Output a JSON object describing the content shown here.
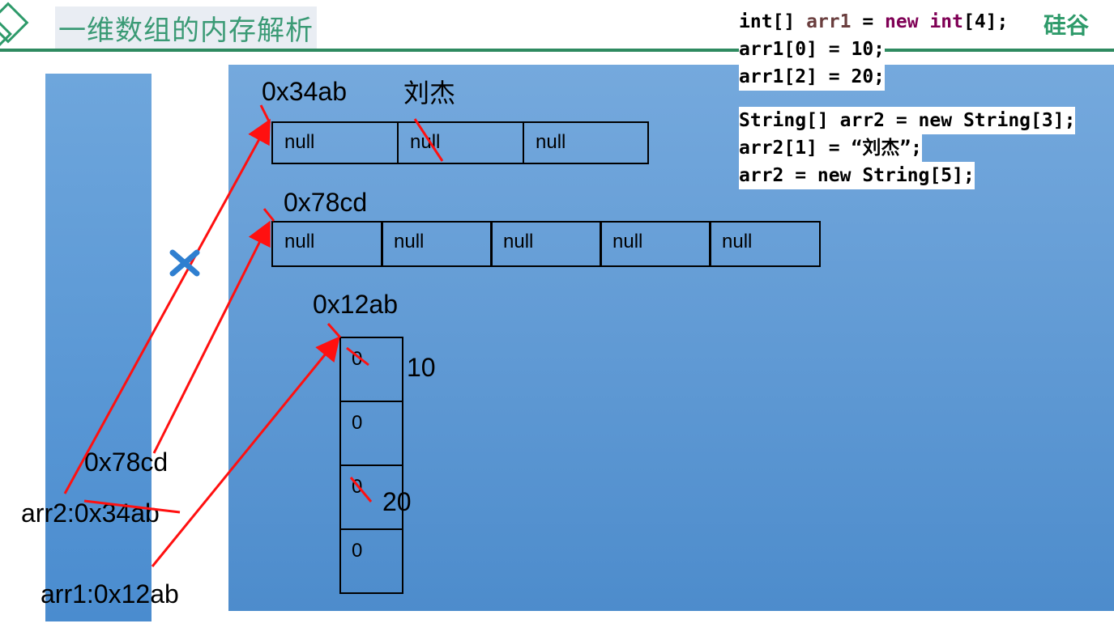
{
  "title": "一维数组的内存解析",
  "brand": "硅谷",
  "code": [
    {
      "parts": [
        {
          "t": "int[] ",
          "c": "plain"
        },
        {
          "t": "arr1",
          "c": "var"
        },
        {
          "t": " = ",
          "c": "plain"
        },
        {
          "t": "new",
          "c": "kw"
        },
        {
          "t": " ",
          "c": "plain"
        },
        {
          "t": "int",
          "c": "kw"
        },
        {
          "t": "[4];",
          "c": "plain"
        }
      ]
    },
    {
      "parts": [
        {
          "t": "arr1[0] = 10;",
          "c": "plain"
        }
      ]
    },
    {
      "parts": [
        {
          "t": "arr1[2] = 20;",
          "c": "plain"
        }
      ]
    },
    {
      "gap": true
    },
    {
      "parts": [
        {
          "t": "String[] arr2 = new String[3];",
          "c": "plain"
        }
      ]
    },
    {
      "parts": [
        {
          "t": "arr2[1] = “刘杰”;",
          "c": "plain"
        }
      ]
    },
    {
      "parts": [
        {
          "t": "arr2 = new String[5];",
          "c": "plain"
        }
      ]
    }
  ],
  "stack": {
    "arr2_old_addr": "0x78cd",
    "arr2_label": "arr2:0x34ab",
    "arr1_label": "arr1:0x12ab"
  },
  "heap": {
    "arr2_first": {
      "address": "0x34ab",
      "assigned": "刘杰",
      "cells": [
        "null",
        "null",
        "null"
      ]
    },
    "arr2_second": {
      "address": "0x78cd",
      "cells": [
        "null",
        "null",
        "null",
        "null",
        "null"
      ]
    },
    "arr1": {
      "address": "0x12ab",
      "cells": [
        "0",
        "0",
        "0",
        "0"
      ],
      "assigned": [
        "10",
        "20"
      ]
    }
  },
  "colors": {
    "arrow": "#ff1010",
    "cross": "#2f7fd0",
    "heap": "#5b96d3",
    "stack": "#5b96d3",
    "title": "#3a9a75"
  }
}
